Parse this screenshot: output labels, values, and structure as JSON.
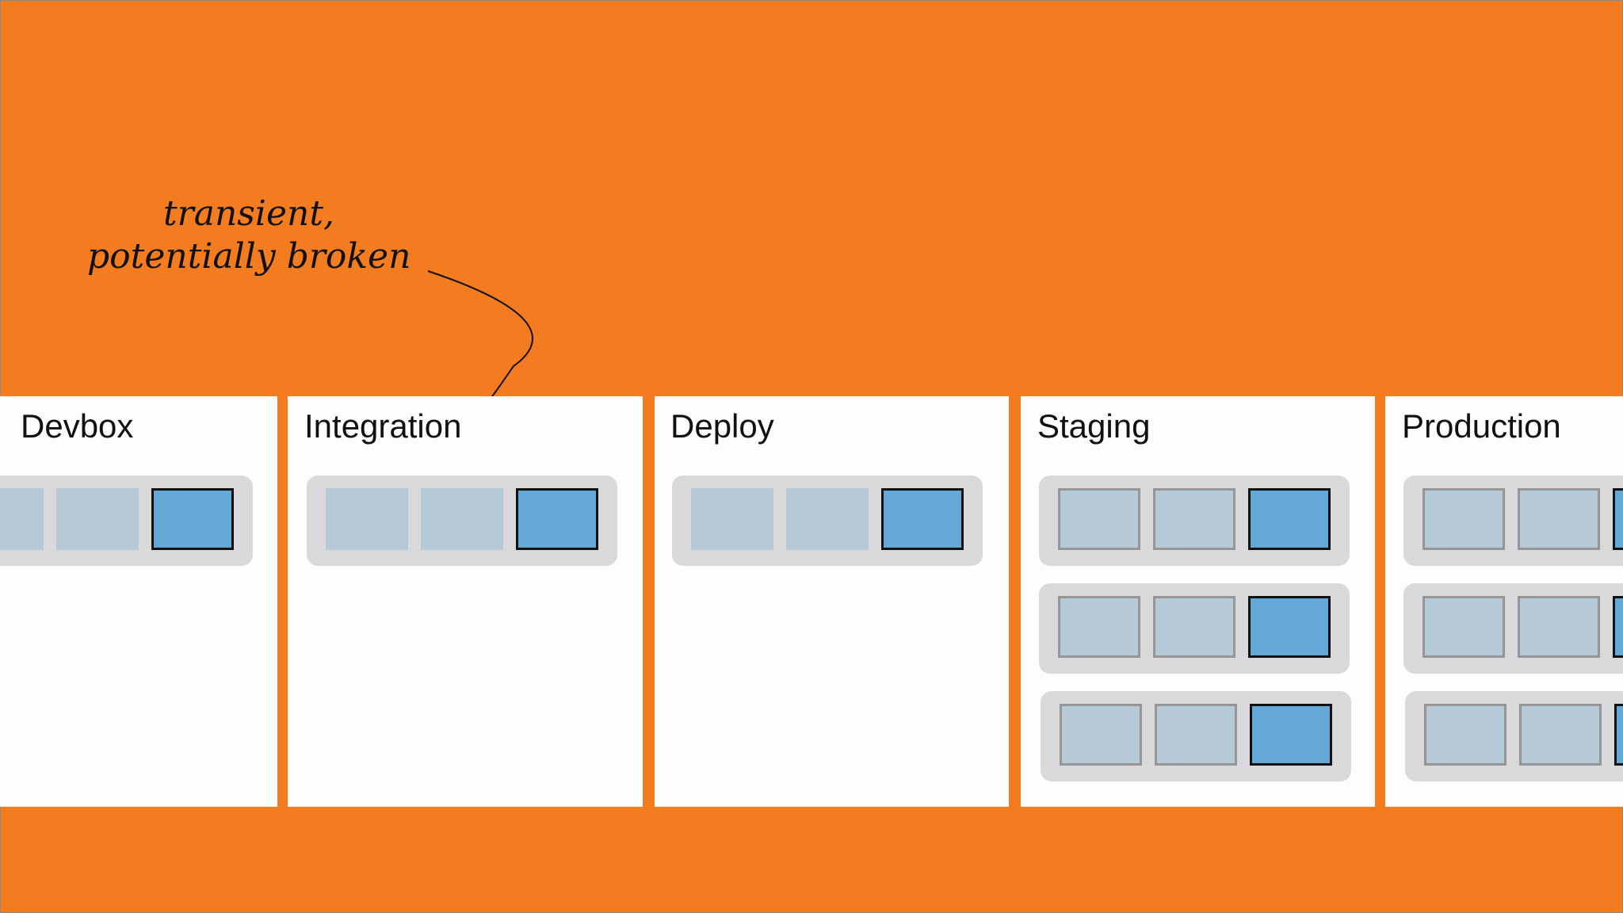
{
  "annotation": {
    "line1": "transient,",
    "line2": "potentially broken"
  },
  "stages": [
    {
      "title": "Devbox",
      "pipelines": 1,
      "outlined": false
    },
    {
      "title": "Integration",
      "pipelines": 1,
      "outlined": false
    },
    {
      "title": "Deploy",
      "pipelines": 1,
      "outlined": false
    },
    {
      "title": "Staging",
      "pipelines": 3,
      "outlined": true
    },
    {
      "title": "Production",
      "pipelines": 3,
      "outlined": true
    }
  ],
  "colors": {
    "background": "#f47c20",
    "stage_panel": "#fdfdfd",
    "pipeline_track": "#d9d9db",
    "pending_box": "#b6c9d7",
    "current_box": "#63a8d6"
  }
}
